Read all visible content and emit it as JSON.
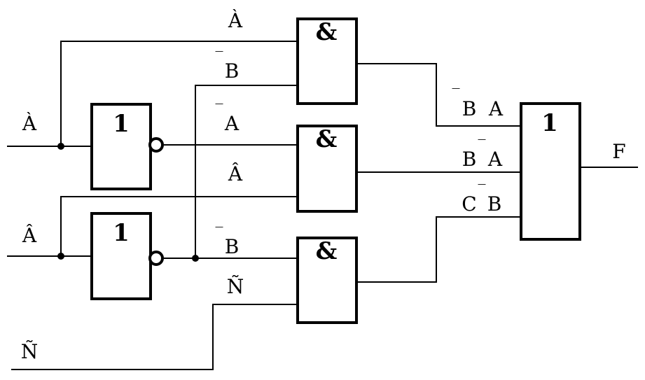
{
  "inputs": {
    "a": "À",
    "b": "Â",
    "c": "Ñ"
  },
  "gates": {
    "not_a_symbol": "1",
    "not_b_symbol": "1",
    "and1_symbol": "&",
    "and2_symbol": "&",
    "and3_symbol": "&",
    "or_symbol": "1"
  },
  "wire_labels": {
    "and1_in1": "À",
    "and1_in2": "B",
    "and2_in1": "A",
    "and2_in2": "Â",
    "and3_in1": "B",
    "and3_in2": "Ñ",
    "bar_mark": "‾"
  },
  "term_labels": {
    "t1_b": "B",
    "t1_a": "A",
    "t2_b": "B",
    "t2_a": "A",
    "t3_c": "C",
    "t3_b": "B"
  },
  "output": "F"
}
